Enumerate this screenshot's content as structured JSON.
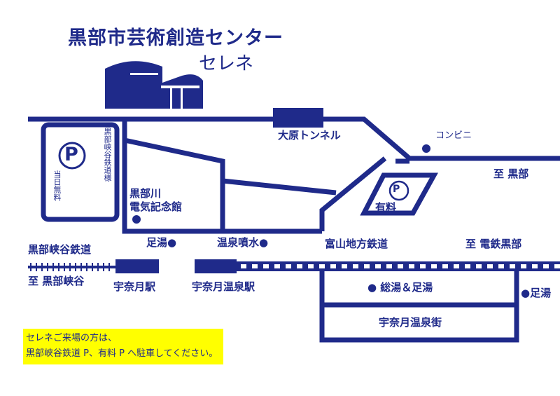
{
  "colors": {
    "ink": "#1f2a8a",
    "notice_bg": "#ffff00",
    "background": "#ffffff"
  },
  "title": "黒部市芸術創造センター",
  "subtitle": "セレネ",
  "places": {
    "ohara_tunnel": "大原トンネル",
    "convenience_store": "コンビニ",
    "to_kurobe": "至 黒部",
    "kurobegawa_museum": "黒部川\n電気記念館",
    "paid_parking": "有料",
    "ashiyu_1": "足湯●",
    "onsen_fountain": "温泉噴水●",
    "toyama_railway": "富山地方鉄道",
    "to_dentetsu_kurobe": "至 電鉄黒部",
    "kurobe_gorge_railway": "黒部峡谷鉄道",
    "to_kurobe_gorge": "至 黒部峡谷",
    "unazuki_station": "宇奈月駅",
    "unazuki_onsen_station": "宇奈月温泉駅",
    "soyu_ashiyu": "● 総湯＆足湯",
    "ashiyu_2": "●足湯",
    "unazuki_onsen_town": "宇奈月温泉街",
    "parking_owner": "黒部峡谷鉄道様",
    "parking_sameday_free": "当日無料"
  },
  "parking_symbol": "P",
  "notice": {
    "line1": "セレネご来場の方は、",
    "line2": "黒部峡谷鉄道 P、有料 P へ駐車してください。"
  }
}
